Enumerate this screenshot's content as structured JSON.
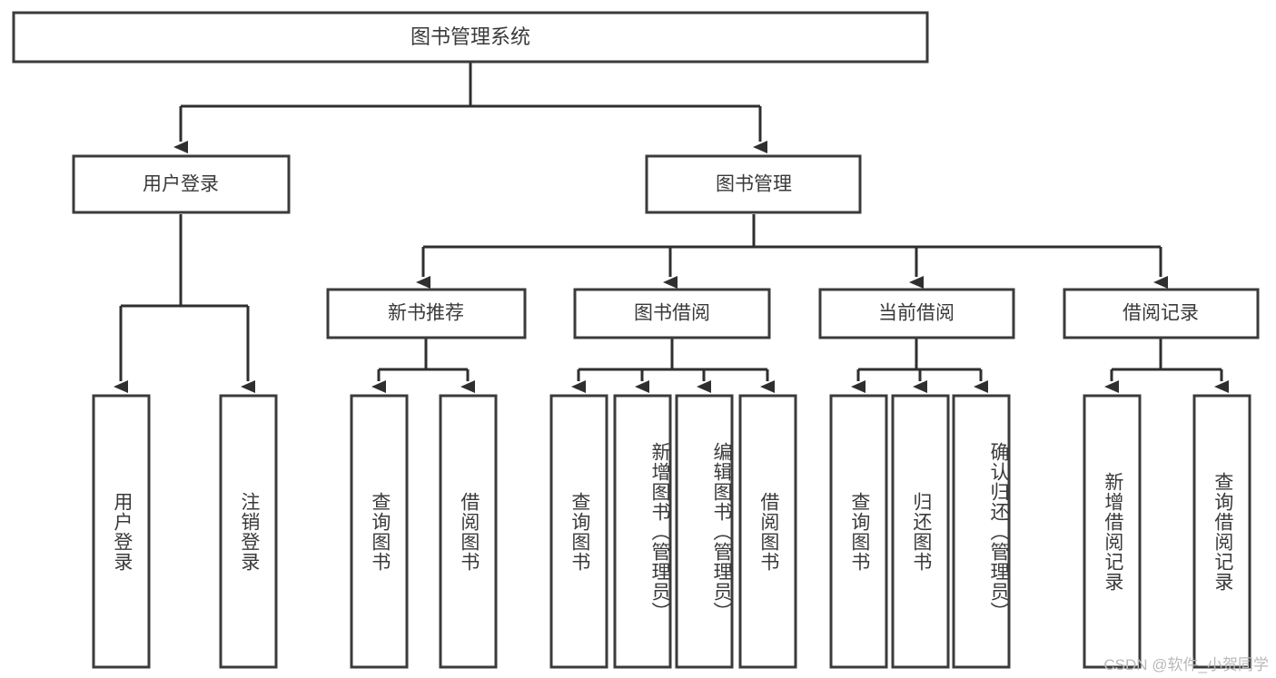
{
  "diagram": {
    "type": "tree-hierarchy",
    "root": {
      "id": "root",
      "label": "图书管理系统"
    },
    "level2": [
      {
        "id": "user-login",
        "label": "用户登录"
      },
      {
        "id": "book-management",
        "label": "图书管理"
      }
    ],
    "level3": [
      {
        "id": "new-book-recommend",
        "label": "新书推荐"
      },
      {
        "id": "book-borrow",
        "label": "图书借阅"
      },
      {
        "id": "current-borrow",
        "label": "当前借阅"
      },
      {
        "id": "borrow-record",
        "label": "借阅记录"
      }
    ],
    "leaves": {
      "user-login": [
        {
          "id": "leaf-user-login",
          "label": "用户登录"
        },
        {
          "id": "leaf-logout",
          "label": "注销登录"
        }
      ],
      "new-book-recommend": [
        {
          "id": "leaf-query-book-1",
          "label": "查询图书"
        },
        {
          "id": "leaf-borrow-book-1",
          "label": "借阅图书"
        }
      ],
      "book-borrow": [
        {
          "id": "leaf-query-book-2",
          "label": "查询图书"
        },
        {
          "id": "leaf-add-book",
          "label": "新增图书（管理员）"
        },
        {
          "id": "leaf-edit-book",
          "label": "编辑图书（管理员）"
        },
        {
          "id": "leaf-borrow-book-2",
          "label": "借阅图书"
        }
      ],
      "current-borrow": [
        {
          "id": "leaf-query-book-3",
          "label": "查询图书"
        },
        {
          "id": "leaf-return-book",
          "label": "归还图书"
        },
        {
          "id": "leaf-confirm-return",
          "label": "确认归还（管理员）"
        }
      ],
      "borrow-record": [
        {
          "id": "leaf-add-record",
          "label": "新增借阅记录"
        },
        {
          "id": "leaf-query-record",
          "label": "查询借阅记录"
        }
      ]
    }
  },
  "watermark": {
    "text": "CSDN @软件_小贺同学"
  },
  "colors": {
    "box_stroke": "#3b3b3b",
    "connector": "#2f2f2f",
    "text": "#3a3a3a",
    "background": "#ffffff",
    "watermark": "#b9b9b9"
  }
}
